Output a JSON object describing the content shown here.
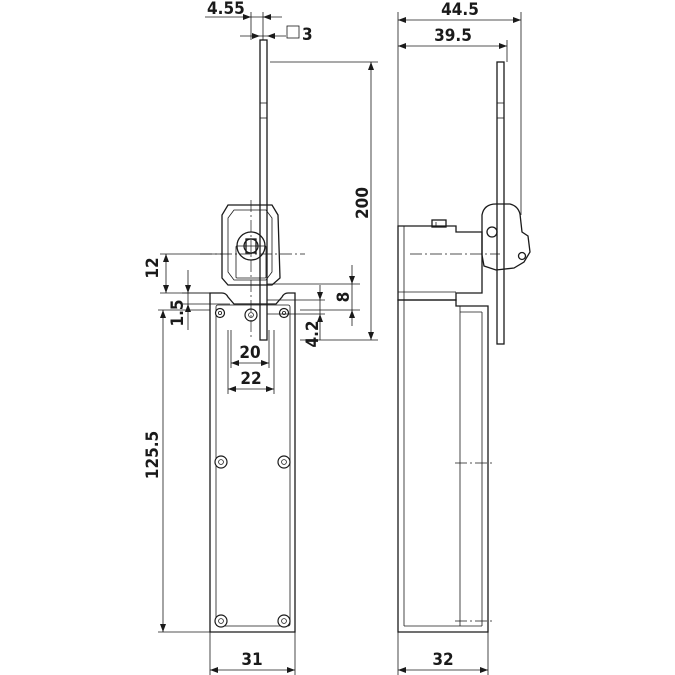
{
  "dimensions": {
    "lever_offset": "4.55",
    "rod_square": "3",
    "lever_length": "200",
    "head_height": "12",
    "step_height": "1.5",
    "actuator_height": "8",
    "actuator_offset": "4.2",
    "inner_width": "20",
    "outer_width": "22",
    "body_height": "125.5",
    "body_width": "31",
    "side_total_width": "44.5",
    "side_inner_width": "39.5",
    "side_body_depth": "32"
  },
  "symbols": {
    "square_symbol": "square-section-icon"
  }
}
